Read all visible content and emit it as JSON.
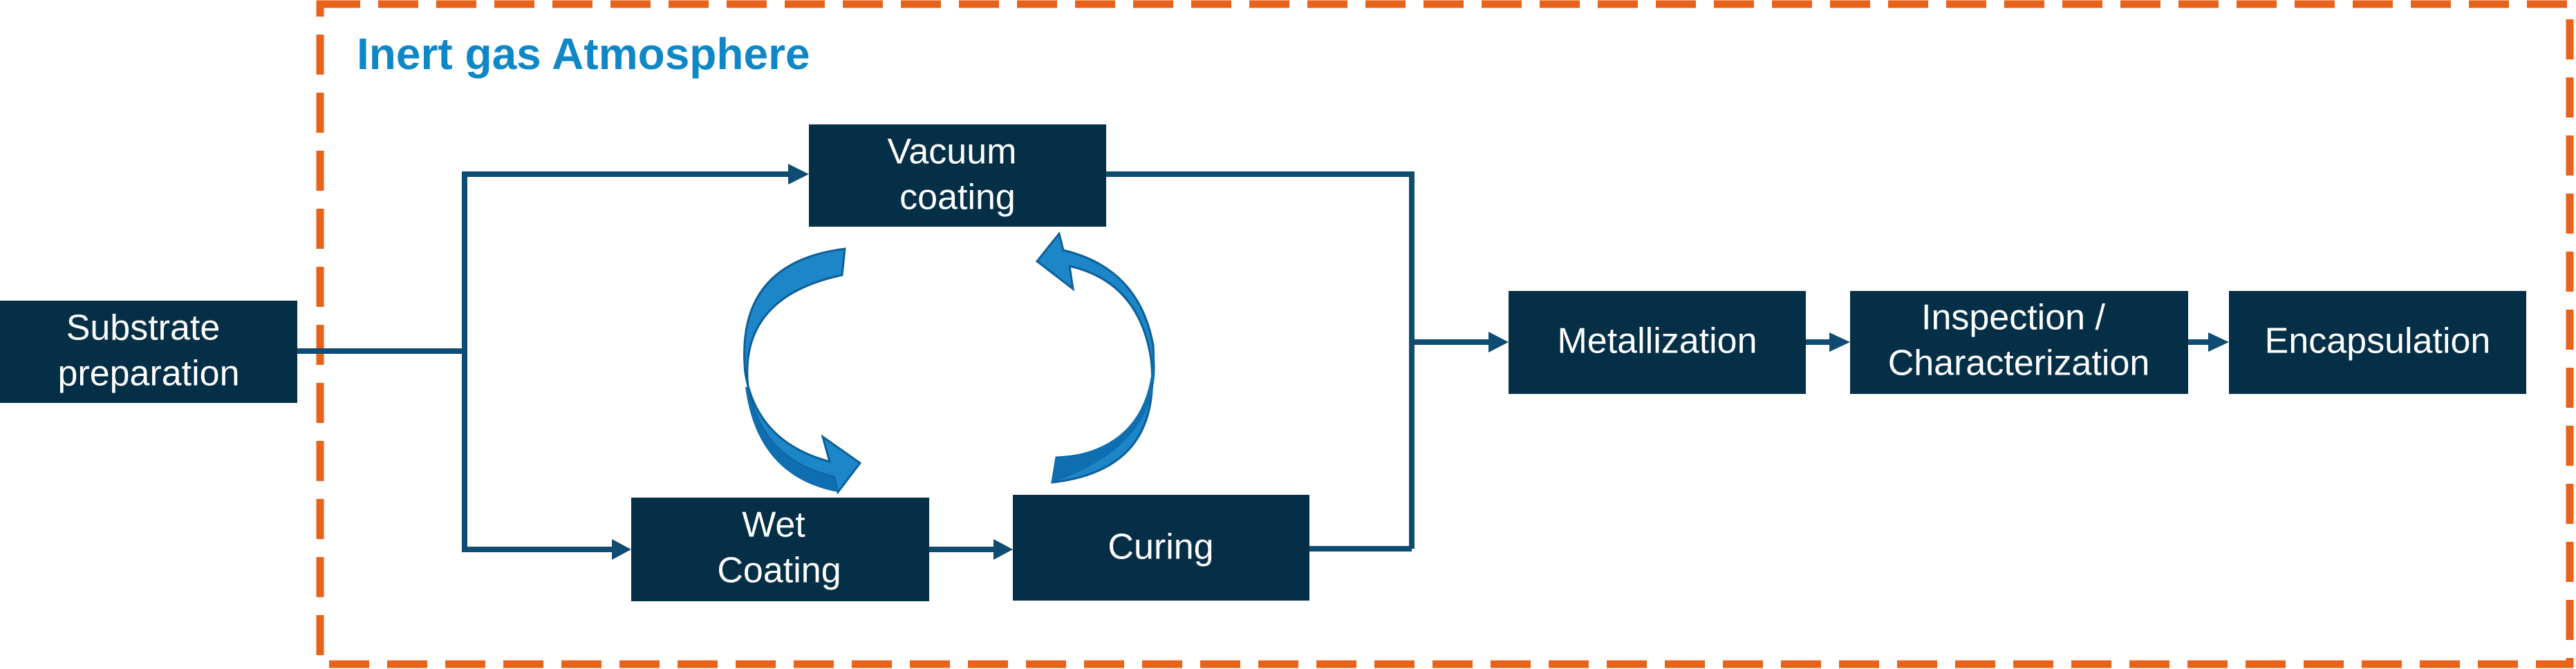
{
  "region": {
    "title": "Inert gas Atmosphere"
  },
  "steps": {
    "substrate": {
      "line1": "Substrate",
      "line2": "preparation"
    },
    "vacuum": {
      "line1": "Vacuum",
      "line2": "coating"
    },
    "wet": {
      "line1": "Wet",
      "line2": "Coating"
    },
    "curing": {
      "label": "Curing"
    },
    "metallization": {
      "label": "Metallization"
    },
    "inspection": {
      "line1": "Inspection /",
      "line2": "Characterization"
    },
    "encapsulation": {
      "label": "Encapsulation"
    }
  },
  "colors": {
    "box_fill": "#052f47",
    "flow_line": "#0f4c72",
    "region_border": "#e86219",
    "region_title": "#0f87c7",
    "cycle_arrows": "#1c86c9"
  },
  "icons": {
    "cycle": [
      "curved-arrow-down-icon",
      "curved-arrow-up-icon"
    ]
  }
}
